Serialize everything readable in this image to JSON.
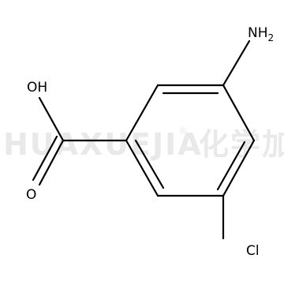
{
  "molecule": {
    "atoms": {
      "amino": {
        "main": "NH",
        "subscript": "2"
      },
      "hydroxyl": "OH",
      "carbonyl_oxygen": "O",
      "chlorine": "Cl"
    }
  },
  "watermark": {
    "brand": "HUAXUEJIA",
    "registered_mark": "®",
    "chinese": "化学加"
  }
}
